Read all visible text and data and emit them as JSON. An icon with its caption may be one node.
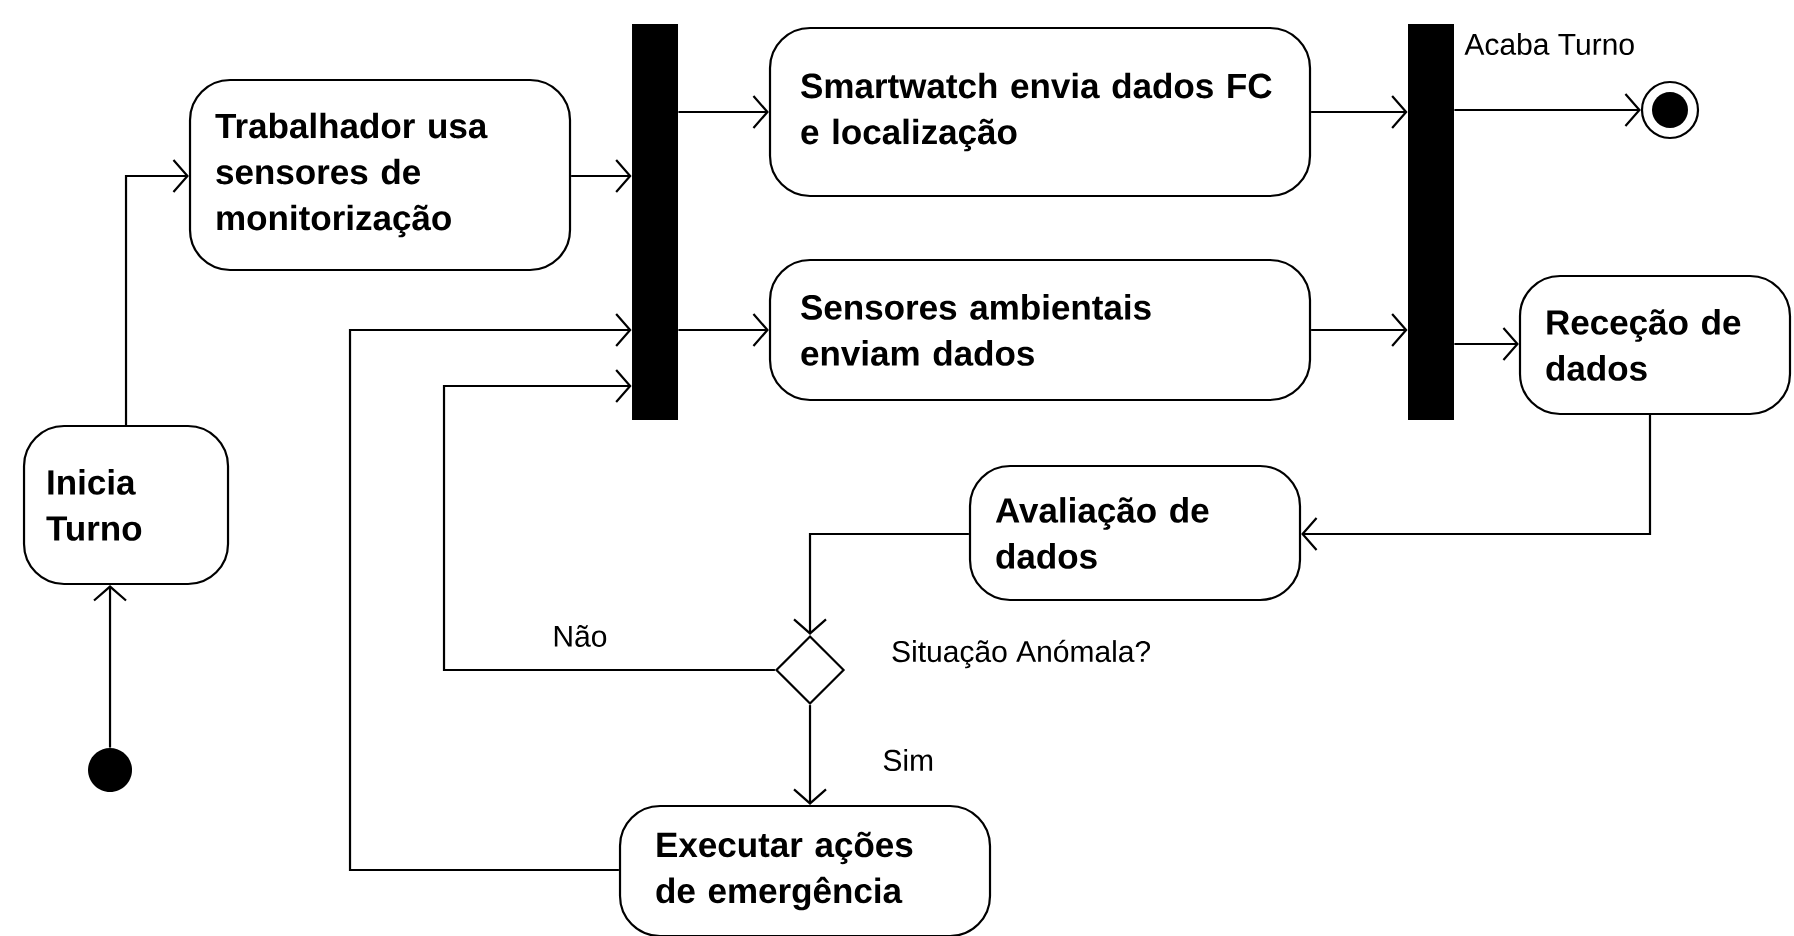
{
  "diagram": {
    "nodes": [
      {
        "text": [],
        "shape": "circle"
      },
      {
        "text": [
          "Inicia Turno"
        ]
      },
      {
        "text": [
          "Trabalhador usa sensores de monitorização"
        ]
      },
      {
        "text": [],
        "shape": "bar"
      },
      {
        "text": [
          "Smartwatch envia dados FC e localização"
        ]
      },
      {
        "text": [
          "Sensores ambientais enviam dados"
        ]
      },
      {
        "text": [],
        "shape": "bar"
      },
      {
        "text": [],
        "shape": "circle"
      },
      {
        "text": [
          "Receção de dados"
        ]
      },
      {
        "text": [
          "Avaliação de dados"
        ]
      },
      {
        "text": [],
        "shape": "diamond",
        "beside": [
          "Situação Anómala?"
        ]
      },
      {
        "text": [
          "Executar ações de emergência"
        ]
      }
    ],
    "edges": [
      {
        "from": 0,
        "to": 1,
        "arrow": "to"
      },
      {
        "from": 1,
        "to": 2,
        "arrow": "to"
      },
      {
        "from": 2,
        "to": 3,
        "arrow": "to"
      },
      {
        "from": 3,
        "to": 4,
        "arrow": "to"
      },
      {
        "from": 3,
        "to": 5,
        "arrow": "to"
      },
      {
        "from": 4,
        "to": 6,
        "arrow": "to"
      },
      {
        "from": 5,
        "to": 6,
        "arrow": "to"
      },
      {
        "from": 6,
        "to": 7,
        "arrow": "to",
        "label": "Acaba Turno"
      },
      {
        "from": 6,
        "to": 8,
        "arrow": "to"
      },
      {
        "from": 8,
        "to": 9,
        "arrow": "to"
      },
      {
        "from": 9,
        "to": 10,
        "arrow": "to"
      },
      {
        "from": 10,
        "to": 3,
        "arrow": "to",
        "label": "Não"
      },
      {
        "from": 10,
        "to": 11,
        "arrow": "to",
        "label": "Sim"
      },
      {
        "from": 11,
        "to": 3,
        "arrow": "to"
      }
    ]
  }
}
